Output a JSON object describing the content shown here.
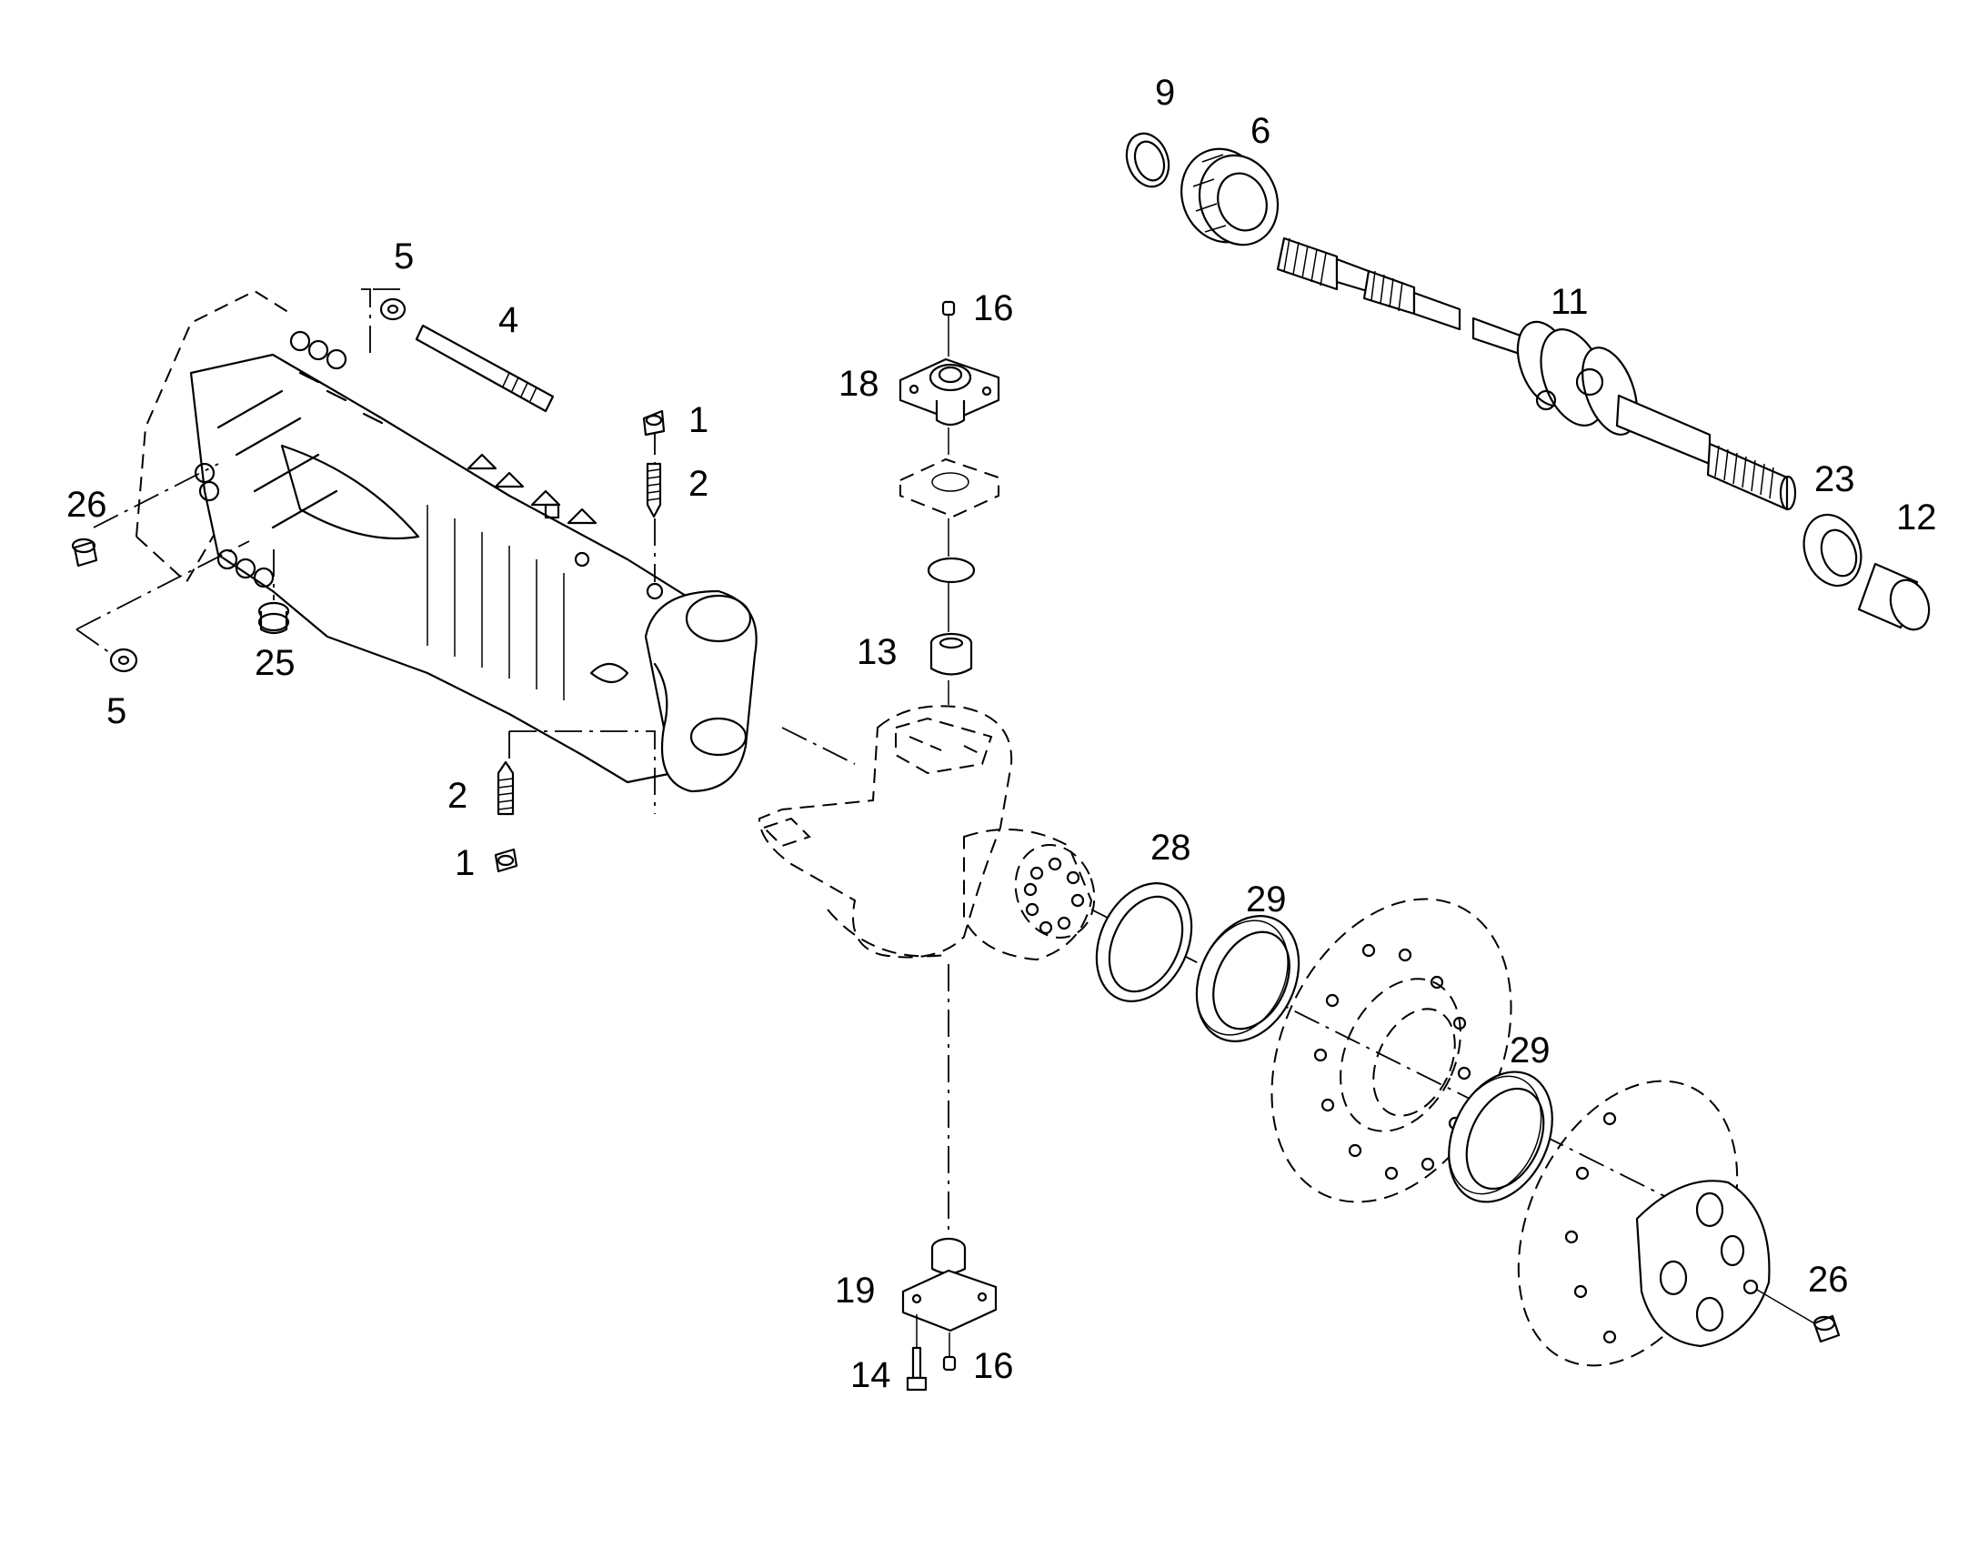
{
  "callouts": [
    {
      "id": "c-9",
      "label": "9"
    },
    {
      "id": "c-6",
      "label": "6"
    },
    {
      "id": "c-11",
      "label": "11"
    },
    {
      "id": "c-23",
      "label": "23"
    },
    {
      "id": "c-12",
      "label": "12"
    },
    {
      "id": "c-5a",
      "label": "5"
    },
    {
      "id": "c-4",
      "label": "4"
    },
    {
      "id": "c-16a",
      "label": "16"
    },
    {
      "id": "c-18",
      "label": "18"
    },
    {
      "id": "c-1a",
      "label": "1"
    },
    {
      "id": "c-2a",
      "label": "2"
    },
    {
      "id": "c-26a",
      "label": "26"
    },
    {
      "id": "c-25",
      "label": "25"
    },
    {
      "id": "c-5b",
      "label": "5"
    },
    {
      "id": "c-13",
      "label": "13"
    },
    {
      "id": "c-2b",
      "label": "2"
    },
    {
      "id": "c-1b",
      "label": "1"
    },
    {
      "id": "c-28",
      "label": "28"
    },
    {
      "id": "c-29a",
      "label": "29"
    },
    {
      "id": "c-29b",
      "label": "29"
    },
    {
      "id": "c-19",
      "label": "19"
    },
    {
      "id": "c-14",
      "label": "14"
    },
    {
      "id": "c-16b",
      "label": "16"
    },
    {
      "id": "c-26b",
      "label": "26"
    }
  ]
}
